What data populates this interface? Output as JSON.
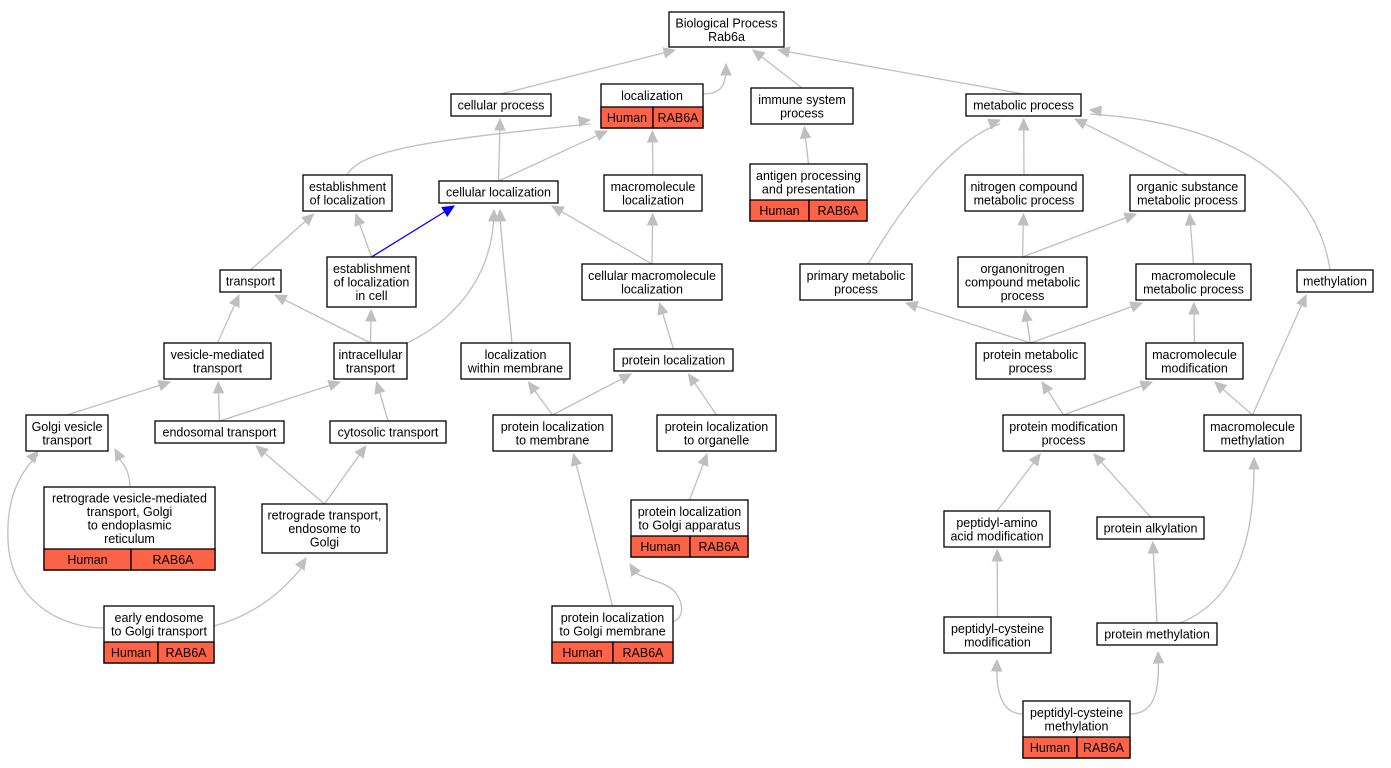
{
  "graph": {
    "nodes": [
      {
        "id": "bp",
        "lines": [
          "Biological Process",
          "Rab6a"
        ]
      },
      {
        "id": "cellular_process",
        "lines": [
          "cellular process"
        ]
      },
      {
        "id": "localization",
        "lines": [
          "localization"
        ],
        "ann": [
          "Human",
          "RAB6A"
        ]
      },
      {
        "id": "immune",
        "lines": [
          "immune system",
          "process"
        ]
      },
      {
        "id": "metabolic",
        "lines": [
          "metabolic process"
        ]
      },
      {
        "id": "est_loc",
        "lines": [
          "establishment",
          "of localization"
        ]
      },
      {
        "id": "cell_loc",
        "lines": [
          "cellular localization"
        ]
      },
      {
        "id": "macro_loc",
        "lines": [
          "macromolecule",
          "localization"
        ]
      },
      {
        "id": "antigen",
        "lines": [
          "antigen processing",
          "and presentation"
        ],
        "ann": [
          "Human",
          "RAB6A"
        ]
      },
      {
        "id": "nitrogen",
        "lines": [
          "nitrogen compound",
          "metabolic process"
        ]
      },
      {
        "id": "organic",
        "lines": [
          "organic substance",
          "metabolic process"
        ]
      },
      {
        "id": "transport",
        "lines": [
          "transport"
        ]
      },
      {
        "id": "est_loc_cell",
        "lines": [
          "establishment",
          "of localization",
          "in cell"
        ]
      },
      {
        "id": "cell_macro_loc",
        "lines": [
          "cellular macromolecule",
          "localization"
        ]
      },
      {
        "id": "primary",
        "lines": [
          "primary metabolic",
          "process"
        ]
      },
      {
        "id": "organonitrogen",
        "lines": [
          "organonitrogen",
          "compound metabolic",
          "process"
        ]
      },
      {
        "id": "macro_met",
        "lines": [
          "macromolecule",
          "metabolic process"
        ]
      },
      {
        "id": "methylation",
        "lines": [
          "methylation"
        ]
      },
      {
        "id": "vesicle",
        "lines": [
          "vesicle-mediated",
          "transport"
        ]
      },
      {
        "id": "intracellular",
        "lines": [
          "intracellular",
          "transport"
        ]
      },
      {
        "id": "loc_membrane",
        "lines": [
          "localization",
          "within membrane"
        ]
      },
      {
        "id": "prot_loc",
        "lines": [
          "protein localization"
        ]
      },
      {
        "id": "prot_met",
        "lines": [
          "protein metabolic",
          "process"
        ]
      },
      {
        "id": "macro_mod",
        "lines": [
          "macromolecule",
          "modification"
        ]
      },
      {
        "id": "golgi_vesicle",
        "lines": [
          "Golgi vesicle",
          "transport"
        ]
      },
      {
        "id": "endosomal",
        "lines": [
          "endosomal transport"
        ]
      },
      {
        "id": "cytosolic",
        "lines": [
          "cytosolic transport"
        ]
      },
      {
        "id": "prot_loc_mem",
        "lines": [
          "protein localization",
          "to membrane"
        ]
      },
      {
        "id": "prot_loc_org",
        "lines": [
          "protein localization",
          "to organelle"
        ]
      },
      {
        "id": "prot_mod",
        "lines": [
          "protein modification",
          "process"
        ]
      },
      {
        "id": "macro_methyl",
        "lines": [
          "macromolecule",
          "methylation"
        ]
      },
      {
        "id": "retro_vesicle",
        "lines": [
          "retrograde vesicle-mediated",
          "transport, Golgi",
          "to endoplasmic",
          "reticulum"
        ],
        "ann": [
          "Human",
          "RAB6A"
        ]
      },
      {
        "id": "retro_endo",
        "lines": [
          "retrograde transport,",
          "endosome to",
          "Golgi"
        ]
      },
      {
        "id": "prot_loc_golgi",
        "lines": [
          "protein localization",
          "to Golgi apparatus"
        ],
        "ann": [
          "Human",
          "RAB6A"
        ]
      },
      {
        "id": "peptidyl_amino",
        "lines": [
          "peptidyl-amino",
          "acid modification"
        ]
      },
      {
        "id": "prot_alkyl",
        "lines": [
          "protein alkylation"
        ]
      },
      {
        "id": "early_endo",
        "lines": [
          "early endosome",
          "to Golgi transport"
        ],
        "ann": [
          "Human",
          "RAB6A"
        ]
      },
      {
        "id": "prot_loc_golgi_mem",
        "lines": [
          "protein localization",
          "to Golgi membrane"
        ],
        "ann": [
          "Human",
          "RAB6A"
        ]
      },
      {
        "id": "peptidyl_cys_mod",
        "lines": [
          "peptidyl-cysteine",
          "modification"
        ]
      },
      {
        "id": "prot_methyl",
        "lines": [
          "protein methylation"
        ]
      },
      {
        "id": "peptidyl_cys_methyl",
        "lines": [
          "peptidyl-cysteine",
          "methylation"
        ],
        "ann": [
          "Human",
          "RAB6A"
        ]
      }
    ],
    "edges": [
      {
        "from": "cellular_process",
        "to": "bp"
      },
      {
        "from": "localization",
        "to": "bp"
      },
      {
        "from": "immune",
        "to": "bp"
      },
      {
        "from": "metabolic",
        "to": "bp"
      },
      {
        "from": "est_loc",
        "to": "localization"
      },
      {
        "from": "cell_loc",
        "to": "cellular_process"
      },
      {
        "from": "cell_loc",
        "to": "localization"
      },
      {
        "from": "macro_loc",
        "to": "localization"
      },
      {
        "from": "antigen",
        "to": "immune"
      },
      {
        "from": "primary",
        "to": "metabolic"
      },
      {
        "from": "nitrogen",
        "to": "metabolic"
      },
      {
        "from": "organic",
        "to": "metabolic"
      },
      {
        "from": "methylation",
        "to": "metabolic"
      },
      {
        "from": "transport",
        "to": "est_loc"
      },
      {
        "from": "est_loc_cell",
        "to": "est_loc"
      },
      {
        "from": "est_loc_cell",
        "to": "cell_loc",
        "highlight": true
      },
      {
        "from": "cell_macro_loc",
        "to": "cell_loc"
      },
      {
        "from": "cell_macro_loc",
        "to": "macro_loc"
      },
      {
        "from": "organonitrogen",
        "to": "nitrogen"
      },
      {
        "from": "organonitrogen",
        "to": "organic"
      },
      {
        "from": "macro_met",
        "to": "organic"
      },
      {
        "from": "vesicle",
        "to": "transport"
      },
      {
        "from": "intracellular",
        "to": "transport"
      },
      {
        "from": "intracellular",
        "to": "est_loc_cell"
      },
      {
        "from": "intracellular",
        "to": "cell_loc"
      },
      {
        "from": "loc_membrane",
        "to": "cell_loc"
      },
      {
        "from": "prot_loc",
        "to": "cell_macro_loc"
      },
      {
        "from": "prot_met",
        "to": "primary"
      },
      {
        "from": "prot_met",
        "to": "organonitrogen"
      },
      {
        "from": "prot_met",
        "to": "macro_met"
      },
      {
        "from": "macro_mod",
        "to": "macro_met"
      },
      {
        "from": "golgi_vesicle",
        "to": "vesicle"
      },
      {
        "from": "endosomal",
        "to": "vesicle"
      },
      {
        "from": "endosomal",
        "to": "intracellular"
      },
      {
        "from": "cytosolic",
        "to": "intracellular"
      },
      {
        "from": "prot_loc_mem",
        "to": "loc_membrane"
      },
      {
        "from": "prot_loc_mem",
        "to": "prot_loc"
      },
      {
        "from": "prot_loc_org",
        "to": "prot_loc"
      },
      {
        "from": "prot_mod",
        "to": "prot_met"
      },
      {
        "from": "prot_mod",
        "to": "macro_mod"
      },
      {
        "from": "macro_methyl",
        "to": "macro_mod"
      },
      {
        "from": "macro_methyl",
        "to": "methylation"
      },
      {
        "from": "retro_vesicle",
        "to": "golgi_vesicle"
      },
      {
        "from": "retro_endo",
        "to": "endosomal"
      },
      {
        "from": "retro_endo",
        "to": "cytosolic"
      },
      {
        "from": "prot_loc_golgi",
        "to": "prot_loc_org"
      },
      {
        "from": "peptidyl_amino",
        "to": "prot_mod"
      },
      {
        "from": "prot_alkyl",
        "to": "prot_mod"
      },
      {
        "from": "early_endo",
        "to": "golgi_vesicle"
      },
      {
        "from": "early_endo",
        "to": "retro_endo"
      },
      {
        "from": "prot_loc_golgi_mem",
        "to": "prot_loc_mem"
      },
      {
        "from": "prot_loc_golgi_mem",
        "to": "prot_loc_golgi"
      },
      {
        "from": "peptidyl_cys_mod",
        "to": "peptidyl_amino"
      },
      {
        "from": "prot_methyl",
        "to": "prot_alkyl"
      },
      {
        "from": "prot_methyl",
        "to": "macro_methyl"
      },
      {
        "from": "peptidyl_cys_methyl",
        "to": "peptidyl_cys_mod"
      },
      {
        "from": "peptidyl_cys_methyl",
        "to": "prot_methyl"
      }
    ]
  }
}
